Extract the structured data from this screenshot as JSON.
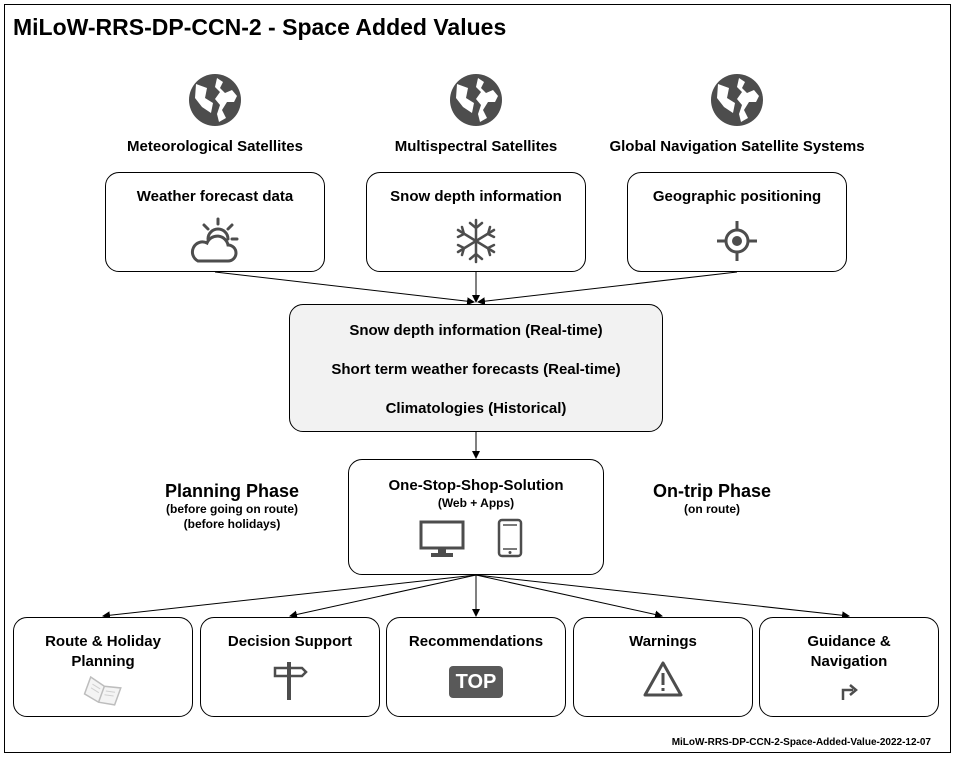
{
  "title": "MiLoW-RRS-DP-CCN-2 - Space Added Values",
  "footer": "MiLoW-RRS-DP-CCN-2-Space-Added-Value-2022-12-07",
  "sources": [
    {
      "label": "Meteorological Satellites",
      "icon": "globe-icon"
    },
    {
      "label": "Multispectral Satellites",
      "icon": "globe-icon"
    },
    {
      "label": "Global Navigation Satellite Systems",
      "icon": "globe-icon"
    }
  ],
  "data_boxes": [
    {
      "label": "Weather forecast data",
      "icon": "sun-behind-cloud-icon"
    },
    {
      "label": "Snow depth information",
      "icon": "snowflake-icon"
    },
    {
      "label": "Geographic positioning",
      "icon": "crosshair-icon"
    }
  ],
  "hub": {
    "lines": [
      "Snow depth information (Real-time)",
      "Short term weather forecasts (Real-time)",
      "Climatologies (Historical)"
    ]
  },
  "solution": {
    "title": "One-Stop-Shop-Solution",
    "subtitle": "(Web + Apps)",
    "icons": [
      "desktop-monitor-icon",
      "smartphone-icon"
    ]
  },
  "planning_phase": {
    "title": "Planning Phase",
    "sub1": "(before going on route)",
    "sub2": "(before holidays)"
  },
  "ontrip_phase": {
    "title": "On-trip Phase",
    "sub1": "(on route)"
  },
  "outputs": [
    {
      "line1": "Route & Holiday",
      "line2": "Planning",
      "icon": "open-book-icon"
    },
    {
      "line1": "Decision Support",
      "line2": "",
      "icon": "signpost-icon"
    },
    {
      "line1": "Recommendations",
      "line2": "",
      "icon": "top-badge-icon",
      "badge_text": "TOP"
    },
    {
      "line1": "Warnings",
      "line2": "",
      "icon": "warning-triangle-icon"
    },
    {
      "line1": "Guidance &",
      "line2": "Navigation",
      "icon": "turn-right-arrow-icon"
    }
  ]
}
